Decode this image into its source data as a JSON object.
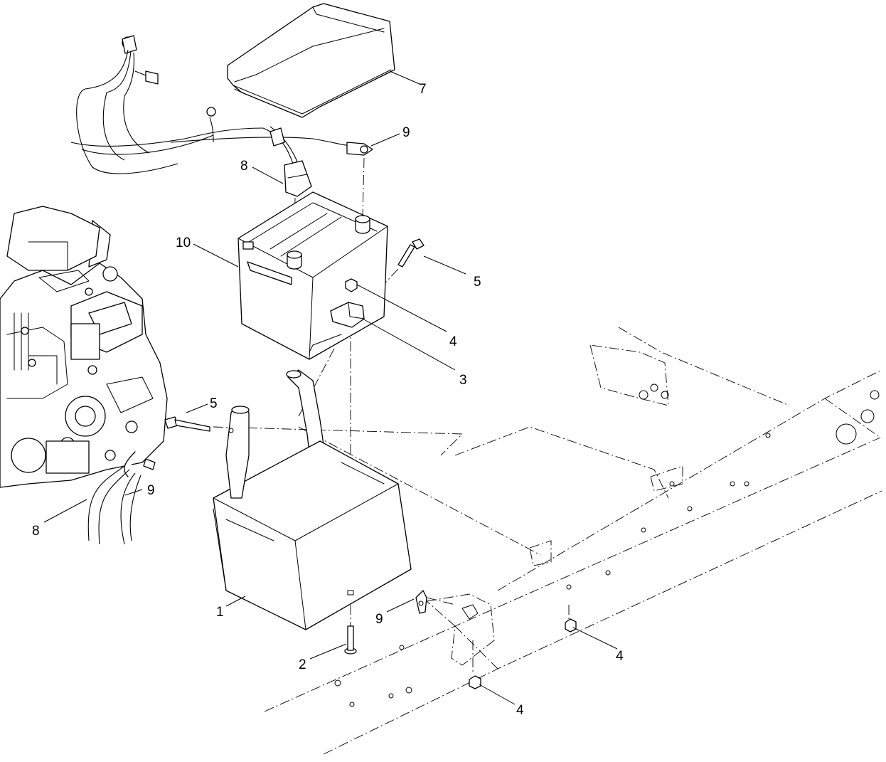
{
  "callouts": [
    {
      "id": "c1",
      "label": "1"
    },
    {
      "id": "c2",
      "label": "2"
    },
    {
      "id": "c3",
      "label": "3"
    },
    {
      "id": "c4a",
      "label": "4"
    },
    {
      "id": "c4b",
      "label": "4"
    },
    {
      "id": "c4c",
      "label": "4"
    },
    {
      "id": "c5a",
      "label": "5"
    },
    {
      "id": "c5b",
      "label": "5"
    },
    {
      "id": "c7",
      "label": "7"
    },
    {
      "id": "c8a",
      "label": "8"
    },
    {
      "id": "c8b",
      "label": "8"
    },
    {
      "id": "c9a",
      "label": "9"
    },
    {
      "id": "c9b",
      "label": "9"
    },
    {
      "id": "c9c",
      "label": "9"
    },
    {
      "id": "c10",
      "label": "10"
    }
  ]
}
